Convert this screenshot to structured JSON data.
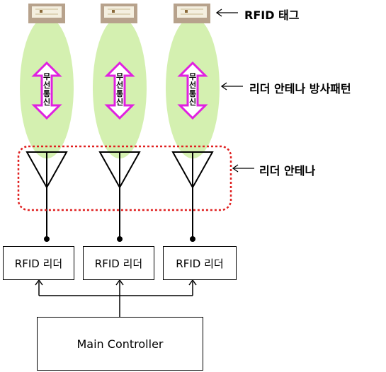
{
  "labels": {
    "tag": "RFID  태그",
    "pattern": "리더 안테나 방사패턴",
    "antenna": "리더 안테나",
    "wireless": "무선통신"
  },
  "readers": [
    {
      "label": "RFID 리더"
    },
    {
      "label": "RFID 리더"
    },
    {
      "label": "RFID 리더"
    }
  ],
  "controller": {
    "label": "Main Controller"
  },
  "colors": {
    "radiation": "#d4f0b0",
    "arrow": "#e020e0",
    "dotted_group": "#e02020",
    "tag": "#b7a28c"
  }
}
